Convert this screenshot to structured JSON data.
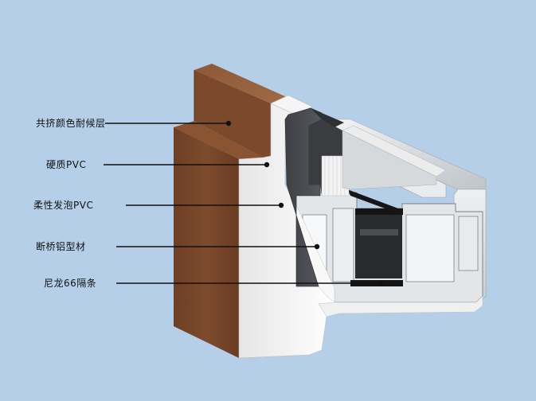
{
  "callouts": [
    {
      "label": "共挤颜色耐候层",
      "target": "colored-weather-layer"
    },
    {
      "label": "硬质PVC",
      "target": "rigid-pvc"
    },
    {
      "label": "柔性发泡PVC",
      "target": "flexible-foam-pvc"
    },
    {
      "label": "断桥铝型材",
      "target": "thermal-break-aluminum-profile"
    },
    {
      "label": "尼龙66隔条",
      "target": "nylon66-thermal-strip"
    }
  ],
  "colors": {
    "background": "#b4cfe7",
    "wood_face": "#7a4a2e",
    "wood_top": "#9a6644",
    "wood_side": "#5e3620",
    "white_pvc": "#f2f2f2",
    "foam_pvc": "#4a4c50",
    "aluminum": "#d9dde2",
    "nylon_strip": "#151515",
    "callout_line": "#111111",
    "callout_dot": "#111111"
  }
}
